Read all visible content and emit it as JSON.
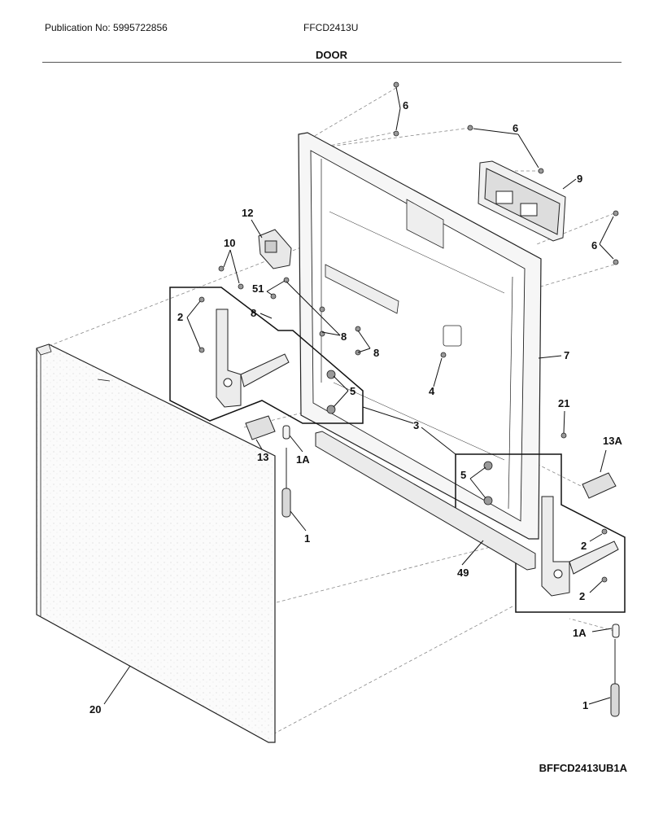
{
  "header": {
    "publication": "Publication No: 5995722856",
    "model": "FFCD2413U",
    "section_title": "DOOR"
  },
  "diagram_code": "BFFCD2413UB1A",
  "callouts": {
    "c6a": "6",
    "c6b": "6",
    "c6c": "6",
    "c9": "9",
    "c12": "12",
    "c10": "10",
    "c51": "51",
    "c8a": "8",
    "c8b": "8",
    "c8c": "8",
    "c2a": "2",
    "c2b": "2",
    "c2c": "2",
    "c5a": "5",
    "c5b": "5",
    "c4": "4",
    "c7": "7",
    "c21": "21",
    "c3": "3",
    "c13": "13",
    "c1Aa": "1A",
    "c13A": "13A",
    "c1a": "1",
    "c49": "49",
    "c1Ab": "1A",
    "c1b": "1",
    "c20": "20"
  }
}
